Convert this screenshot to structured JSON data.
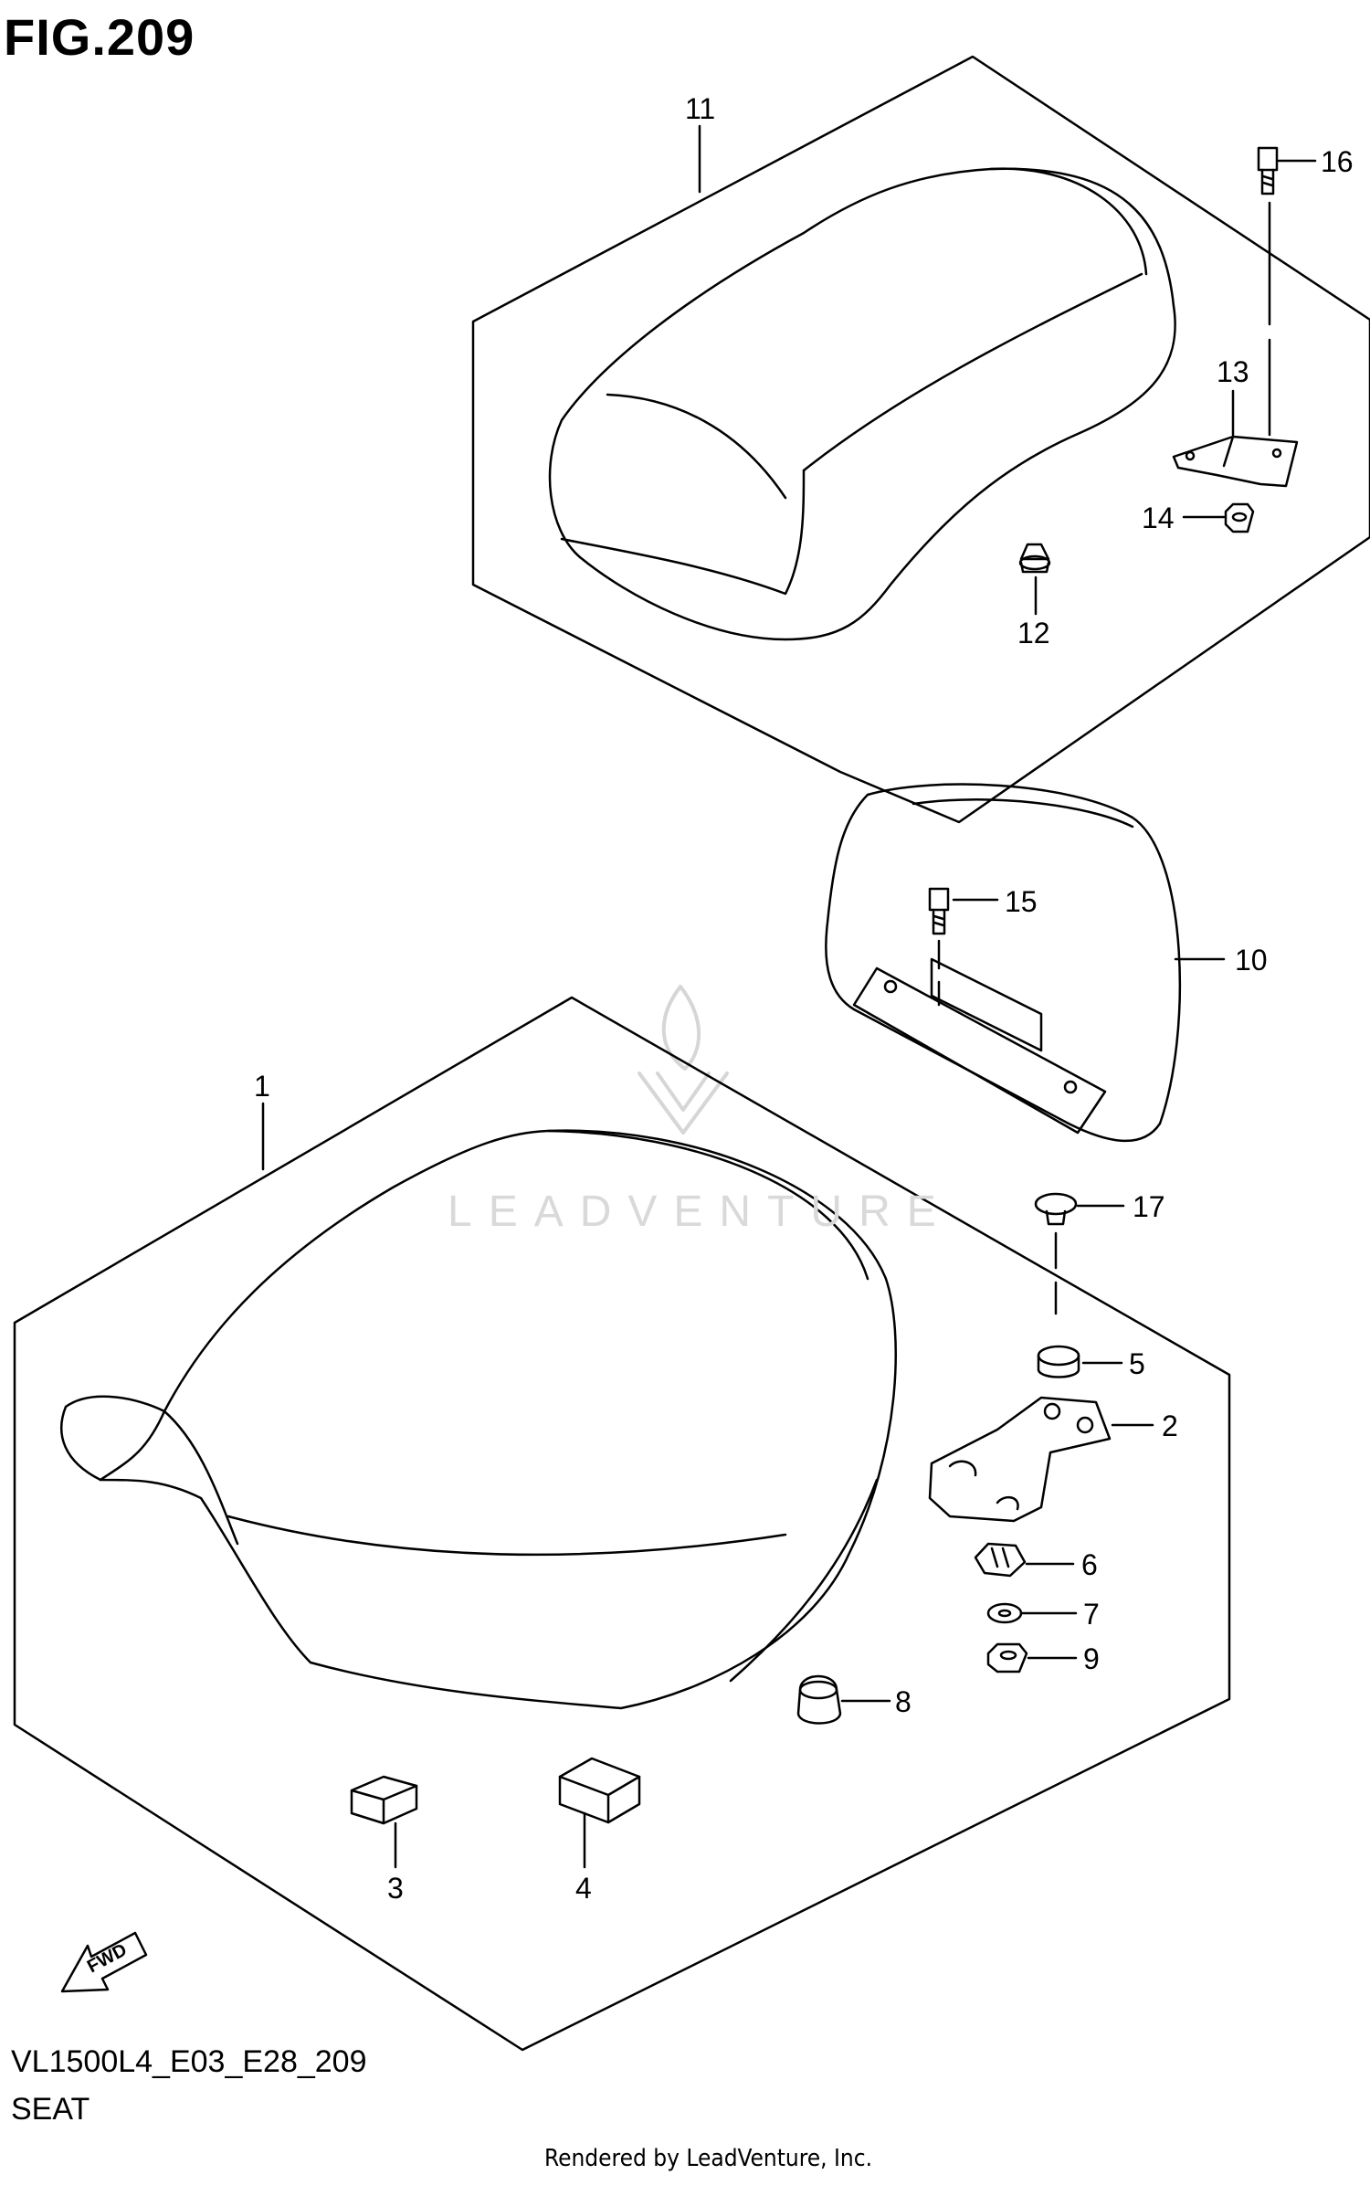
{
  "figure": {
    "title": "FIG.209",
    "model_code": "VL1500L4_E03_E28_209",
    "section_name": "SEAT",
    "rendered_by": "Rendered by LeadVenture, Inc.",
    "watermark": "LEADVENTURE",
    "fwd_label": "FWD"
  },
  "callouts": [
    "1",
    "2",
    "3",
    "4",
    "5",
    "6",
    "7",
    "8",
    "9",
    "10",
    "11",
    "12",
    "13",
    "14",
    "15",
    "16",
    "17"
  ]
}
